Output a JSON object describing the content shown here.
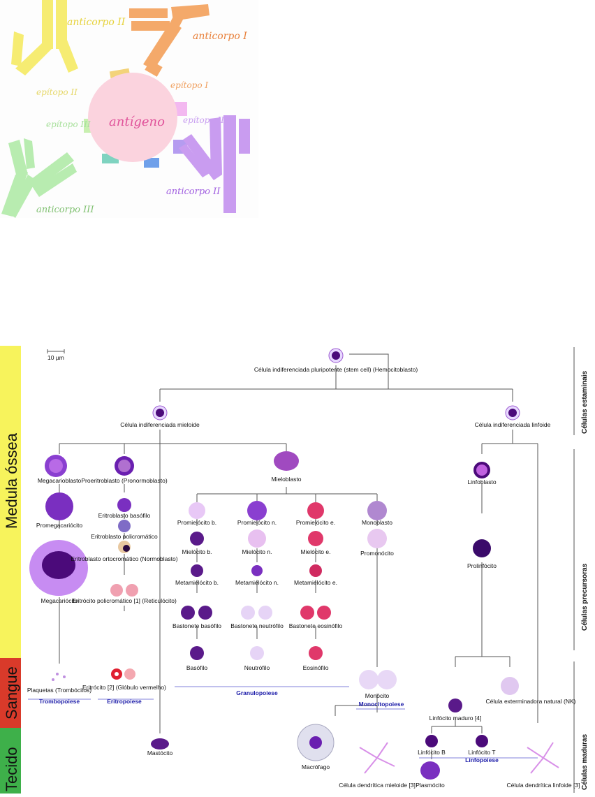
{
  "antigen_figure": {
    "center": "antígeno",
    "antibodies": [
      "anticorpo II",
      "anticorpo I",
      "anticorpo III",
      "anticorpo II"
    ],
    "epitopes": [
      "epítopo II",
      "epítopo I",
      "epítopo III",
      "epítopo II"
    ],
    "colors": {
      "yellow": "#f6ec6b",
      "orange": "#f4a96a",
      "green": "#b8ecb0",
      "purple": "#c99cf0",
      "pink": "#fbd3de",
      "text_pink": "#e0529a"
    }
  },
  "hematopoiesis": {
    "scale": "10 µm",
    "left_bands": [
      {
        "label": "Medula óssea",
        "color": "#f7f35c"
      },
      {
        "label": "Sangue",
        "color": "#d93a2a"
      },
      {
        "label": "Tecido",
        "color": "#3eb04a"
      }
    ],
    "right_labels": [
      "Células estaminais",
      "Células precursoras",
      "Células maduras"
    ],
    "stem": "Célula indiferenciada pluripotente (stem cell) (Hemocitoblasto)",
    "myeloid": "Célula indiferenciada mieloide",
    "lymphoid": "Célula indiferenciada linfoide",
    "megakaryocytic": [
      "Megacarioblasto",
      "Promegacariócito",
      "Megacariócito",
      "Plaquetas (Trombócitos)"
    ],
    "erythroid": [
      "Proeritroblasto (Pronormoblasto)",
      "Eritroblasto basófilo",
      "Eritroblasto policromático",
      "Eritroblasto ortocromático (Normoblasto)",
      "Eritrócito policromático [1] (Reticulócito)",
      "Eritrócito [2] (Glóbulo vermelho)"
    ],
    "myeloblast": "Mieloblasto",
    "basophil_line": [
      "Promielócito b.",
      "Mielócito b.",
      "Metamielócito b.",
      "Bastonete basófilo",
      "Basófilo"
    ],
    "neutrophil_line": [
      "Promielócito n.",
      "Mielócito n.",
      "Metamielócito n.",
      "Bastonete neutrófilo",
      "Neutrófilo"
    ],
    "eosinophil_line": [
      "Promielócito e.",
      "Mielócito e.",
      "Metamielócito e.",
      "Bastonete eosinófilo",
      "Eosinófilo"
    ],
    "monocyte_line": [
      "Monoblasto",
      "Promonócito",
      "Monócito",
      "Macrófago",
      "Célula dendrítica mieloide [3]"
    ],
    "lymphoid_line": [
      "Linfoblasto",
      "Prolinfócito",
      "Linfócito maduro [4]",
      "Célula exterminadora natural (NK)",
      "Linfócito B",
      "Linfócito T",
      "Plasmócito",
      "Célula dendrítica linfoide [3]"
    ],
    "mast": "Mastócito",
    "processes": [
      "Trombopoiese",
      "Eritropoiese",
      "Granulopoiese",
      "Monocitopoiese",
      "Linfopoiese"
    ]
  }
}
